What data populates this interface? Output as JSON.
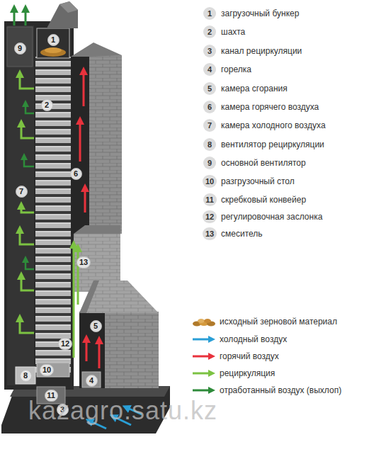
{
  "diagram": {
    "labels": [
      "1",
      "9",
      "2",
      "6",
      "7",
      "13",
      "5",
      "12",
      "10",
      "8",
      "4",
      "11",
      "3",
      "1",
      "загрузочный бункер",
      "2",
      "шахта",
      "3",
      "канал рециркуляции",
      "4",
      "горелка",
      "5",
      "камера сгорания",
      "6",
      "камера горячего воздуха",
      "7",
      "камера холодного воздуха",
      "8",
      "вентилятор рециркуляции",
      "9",
      "основной вентилятор",
      "10",
      "разгрузочный стол",
      "11",
      "скребковый конвейер",
      "12",
      "регулировочная заслонка",
      "13",
      "смеситель",
      "kazagro.satu.kz"
    ],
    "legend": [
      {
        "text": "исходный зерновой материал"
      },
      {
        "text": "холодный воздух"
      },
      {
        "text": "горячий воздух"
      },
      {
        "text": "рециркуляция"
      },
      {
        "text": "отработанный воздух (выхлоп)"
      }
    ]
  }
}
